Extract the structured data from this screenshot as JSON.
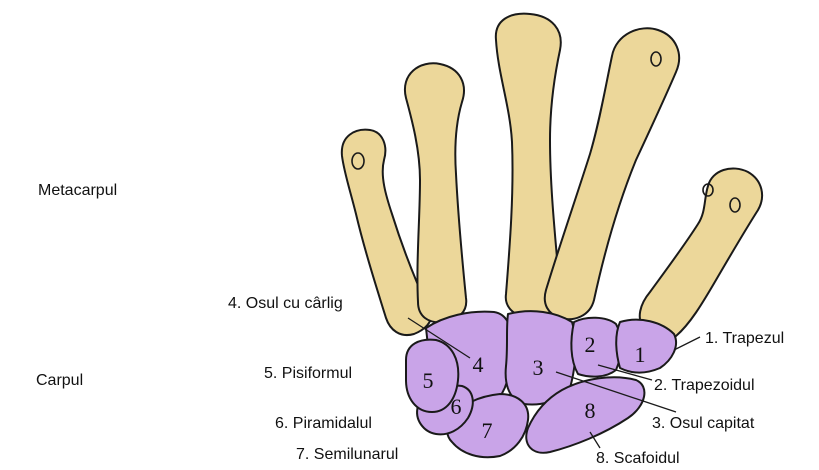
{
  "regions": {
    "metacarpal": "Metacarpul",
    "carpal": "Carpul"
  },
  "labels": {
    "trapezium": "1. Trapezul",
    "trapezoid": "2. Trapezoidul",
    "capitate": "3. Osul capitat",
    "hamate": "4. Osul cu cârlig",
    "pisiform": "5. Pisiformul",
    "triquetrum": "6. Piramidalul",
    "lunate": "7. Semilunarul",
    "scaphoid": "8. Scafoidul"
  },
  "bone_numbers": {
    "trapezium": "1",
    "trapezoid": "2",
    "capitate": "3",
    "hamate": "4",
    "pisiform": "5",
    "triquetrum": "6",
    "lunate": "7",
    "scaphoid": "8"
  },
  "colors": {
    "metacarpal_fill": "#ecd79a",
    "carpal_fill": "#c9a4e8",
    "outline": "#1a1a1a"
  }
}
